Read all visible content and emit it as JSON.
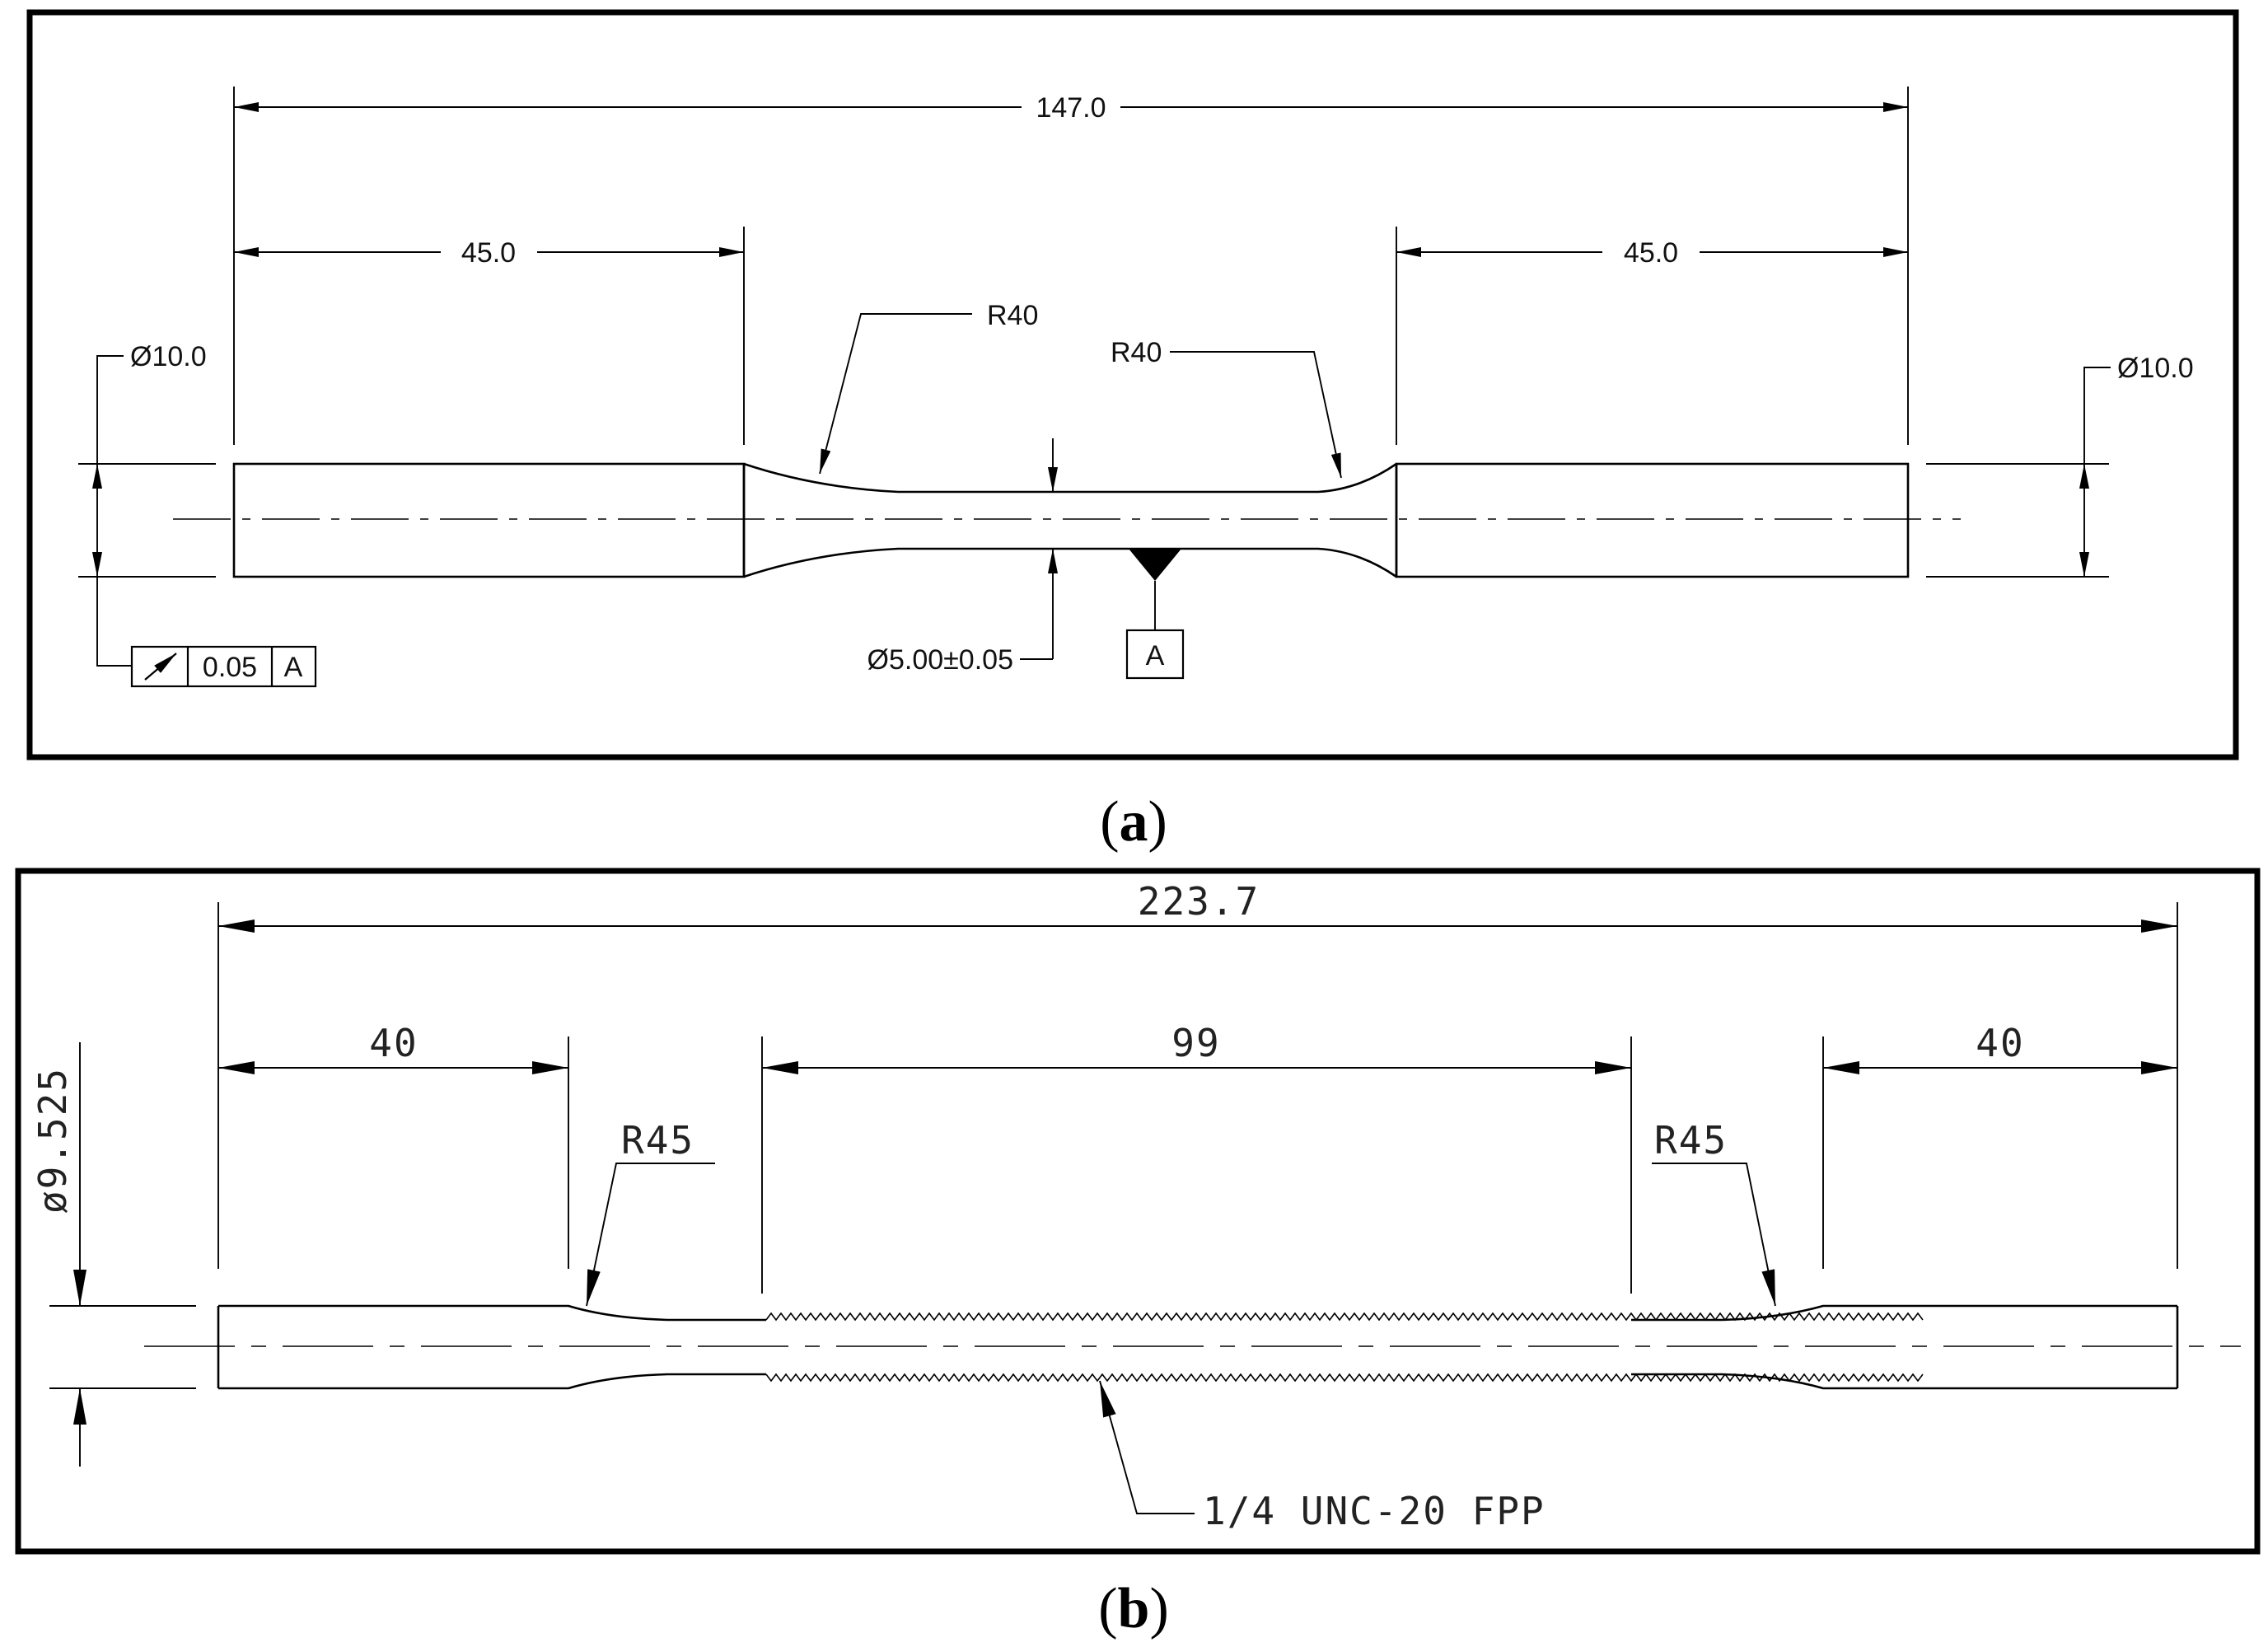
{
  "panel_a": {
    "caption_open": "(",
    "caption_letter": "a",
    "caption_close": ")",
    "dims": {
      "overall_length": "147.0",
      "left_grip_length": "45.0",
      "right_grip_length": "45.0",
      "left_diameter": "Ø10.0",
      "right_diameter": "Ø10.0",
      "left_radius": "R40",
      "right_radius": "R40",
      "gauge_diameter": "Ø5.00±0.05"
    },
    "runout_frame": {
      "symbol": "runout",
      "tolerance": "0.05",
      "datum_ref": "A"
    },
    "datum_label": "A"
  },
  "panel_b": {
    "caption_open": "(",
    "caption_letter": "b",
    "caption_close": ")",
    "dims": {
      "overall_length": "223.7",
      "left_grip_length": "40",
      "gauge_length": "99",
      "right_grip_length": "40",
      "left_radius": "R45",
      "right_radius": "R45",
      "diameter": "ø9.525",
      "thread_note": "1/4 UNC-20 FPP"
    }
  }
}
